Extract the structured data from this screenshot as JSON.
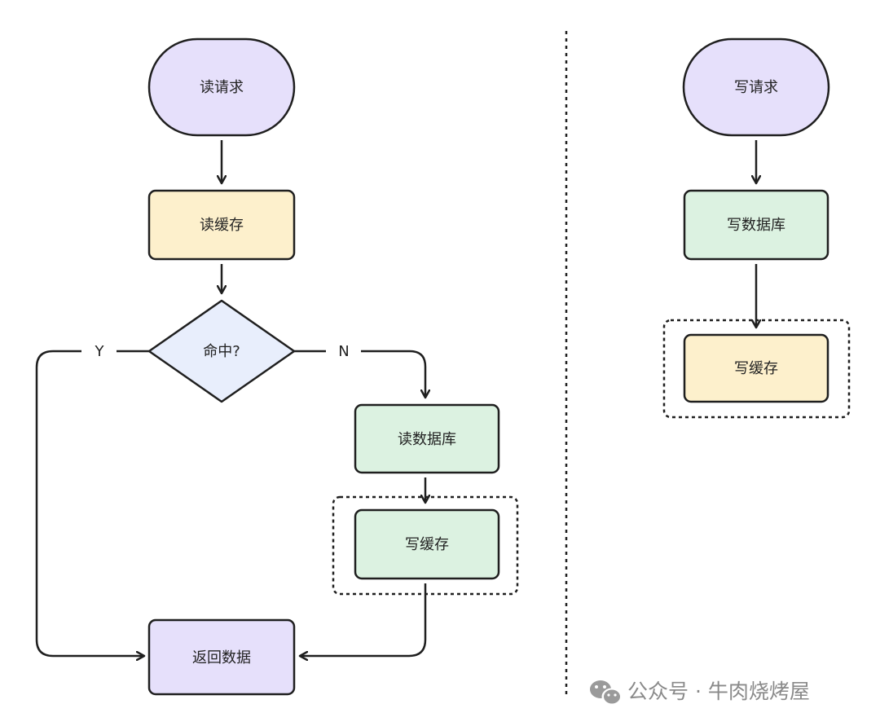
{
  "read_flow": {
    "start": "读请求",
    "read_cache": "读缓存",
    "decision": "命中?",
    "yes_label": "Y",
    "no_label": "N",
    "read_db": "读数据库",
    "write_cache": "写缓存",
    "return_data": "返回数据"
  },
  "write_flow": {
    "start": "写请求",
    "write_db": "写数据库",
    "write_cache": "写缓存"
  },
  "watermark": {
    "text": "公众号 · 牛肉烧烤屋",
    "icon": "wechat-icon"
  },
  "colors": {
    "terminal": "#e6e0fb",
    "cache": "#fdf0cc",
    "database": "#dcf2e1",
    "decision": "#e8eefc",
    "stroke": "#1f1f1f",
    "watermark": "#8a8a8a"
  }
}
